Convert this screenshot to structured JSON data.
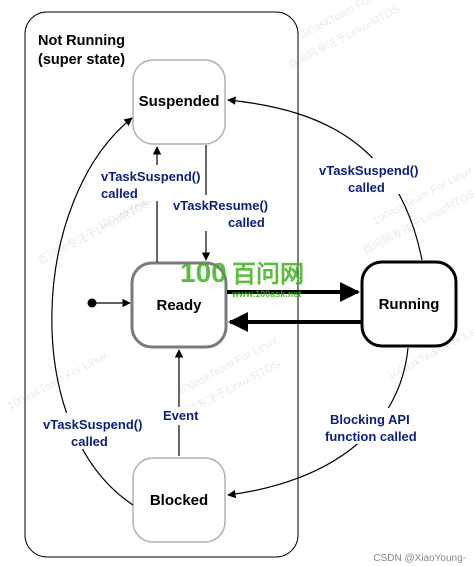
{
  "super_state": {
    "title_line1": "Not Running",
    "title_line2": "(super state)"
  },
  "states": {
    "suspended": "Suspended",
    "ready": "Ready",
    "running": "Running",
    "blocked": "Blocked"
  },
  "transitions": {
    "ready_to_suspended": [
      "vTaskSuspend()",
      "called"
    ],
    "suspended_to_ready": [
      "vTaskResume()",
      "called"
    ],
    "running_to_suspended": [
      "vTaskSuspend()",
      "called"
    ],
    "running_to_blocked": [
      "Blocking API",
      "function called"
    ],
    "blocked_to_ready": "Event",
    "blocked_to_suspended": [
      "vTaskSuspend()",
      "called"
    ]
  },
  "watermark": {
    "logo_number": "100",
    "logo_cn": "百问网",
    "logo_url": "www.100ask.net",
    "text_en": "100askTeam For Linux",
    "text_cn": "百问网专注于Linux/RTOS"
  },
  "footer": "CSDN @XiaoYoung-",
  "colors": {
    "label_blue": "#0d1f7a",
    "state_border": "#b0b0b0",
    "ready_border": "#7a7a7a",
    "running_border": "#000000",
    "logo_green": "#3fb21f"
  }
}
